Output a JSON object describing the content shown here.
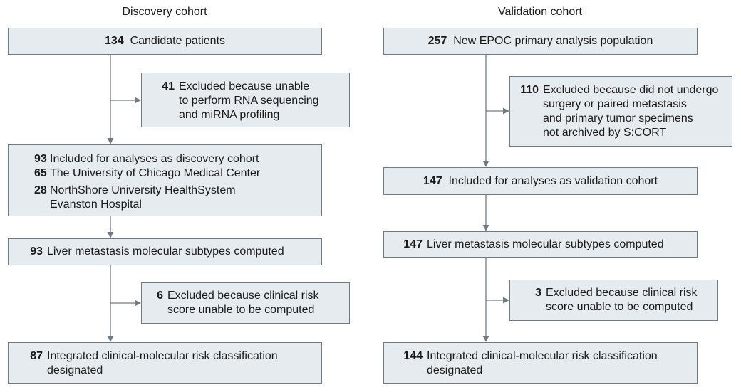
{
  "discovery": {
    "heading": "Discovery cohort",
    "candidates": {
      "n": "134",
      "text": "Candidate patients"
    },
    "excluded1": {
      "n": "41",
      "lines": [
        "Excluded because unable",
        "to perform RNA sequencing",
        "and miRNA profiling"
      ]
    },
    "included": {
      "rows": [
        {
          "n": "93",
          "text": "Included for analyses as discovery cohort"
        },
        {
          "n": "65",
          "text": "The University of Chicago Medical Center"
        },
        {
          "n": "28",
          "text": "NorthShore University HealthSystem"
        },
        {
          "n": "",
          "text": "Evanston Hospital"
        }
      ]
    },
    "subtypes": {
      "n": "93",
      "text": "Liver metastasis molecular subtypes computed"
    },
    "excluded2": {
      "n": "6",
      "lines": [
        "Excluded because clinical risk",
        "score unable to be computed"
      ]
    },
    "integrated": {
      "n": "87",
      "lines": [
        "Integrated clinical-molecular risk classification",
        "designated"
      ]
    }
  },
  "validation": {
    "heading": "Validation cohort",
    "population": {
      "n": "257",
      "text": "New EPOC primary analysis population"
    },
    "excluded1": {
      "n": "110",
      "lines": [
        "Excluded because did not undergo",
        "surgery or paired metastasis",
        "and primary tumor specimens",
        "not archived by S:CORT"
      ]
    },
    "included": {
      "n": "147",
      "text": "Included for analyses as validation cohort"
    },
    "subtypes": {
      "n": "147",
      "text": "Liver metastasis molecular subtypes computed"
    },
    "excluded2": {
      "n": "3",
      "lines": [
        "Excluded because clinical risk",
        "score unable to be computed"
      ]
    },
    "integrated": {
      "n": "144",
      "lines": [
        "Integrated clinical-molecular risk classification",
        "designated"
      ]
    }
  }
}
